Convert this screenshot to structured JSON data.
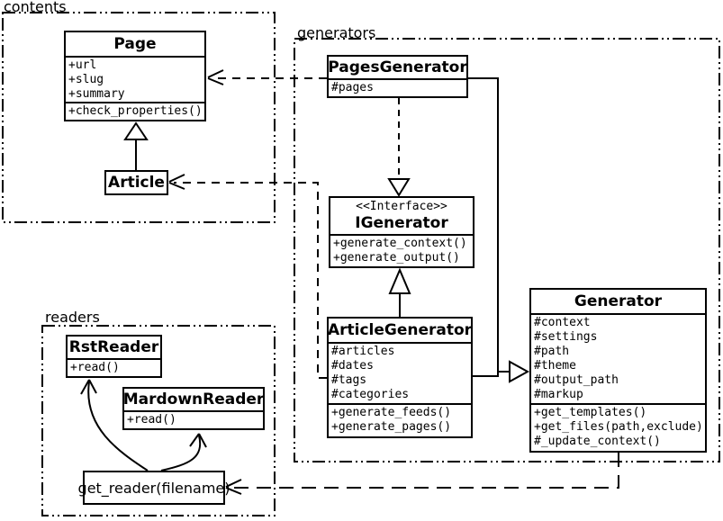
{
  "diagram": {
    "packages": {
      "contents": {
        "label": "contents"
      },
      "generators": {
        "label": "generators"
      },
      "readers": {
        "label": "readers"
      }
    },
    "classes": {
      "page": {
        "title": "Page",
        "attributes": [
          "+url",
          "+slug",
          "+summary"
        ],
        "methods": [
          "+check_properties()"
        ]
      },
      "article": {
        "title": "Article"
      },
      "pages_generator": {
        "title": "PagesGenerator",
        "attributes": [
          "#pages"
        ]
      },
      "igenerator": {
        "stereotype": "<<Interface>>",
        "title": "IGenerator",
        "methods": [
          "+generate_context()",
          "+generate_output()"
        ]
      },
      "article_generator": {
        "title": "ArticleGenerator",
        "attributes": [
          "#articles",
          "#dates",
          "#tags",
          "#categories"
        ],
        "methods": [
          "+generate_feeds()",
          "+generate_pages()"
        ]
      },
      "generator": {
        "title": "Generator",
        "attributes": [
          "#context",
          "#settings",
          "#path",
          "#theme",
          "#output_path",
          "#markup"
        ],
        "methods": [
          "+get_templates()",
          "+get_files(path,exclude)",
          "#_update_context()"
        ]
      },
      "rst_reader": {
        "title": "RstReader",
        "methods": [
          "+read()"
        ]
      },
      "markdown_reader": {
        "title": "MardownReader",
        "methods": [
          "+read()"
        ]
      },
      "get_reader": {
        "label": "get_reader(filename)"
      }
    },
    "relationships": [
      {
        "from": "Article",
        "to": "Page",
        "type": "generalization"
      },
      {
        "from": "PagesGenerator",
        "to": "IGenerator",
        "type": "realization-dashed"
      },
      {
        "from": "ArticleGenerator",
        "to": "IGenerator",
        "type": "generalization"
      },
      {
        "from": "PagesGenerator",
        "to": "Generator",
        "type": "generalization"
      },
      {
        "from": "ArticleGenerator",
        "to": "Generator",
        "type": "generalization"
      },
      {
        "from": "PagesGenerator",
        "to": "Page",
        "type": "dependency-dashed"
      },
      {
        "from": "ArticleGenerator",
        "to": "Article",
        "type": "dependency-dashed"
      },
      {
        "from": "Generator",
        "to": "get_reader(filename)",
        "type": "dependency-dashed"
      },
      {
        "from": "get_reader(filename)",
        "to": "RstReader",
        "type": "curved-arrow"
      },
      {
        "from": "get_reader(filename)",
        "to": "MardownReader",
        "type": "curved-arrow"
      }
    ],
    "colors": {
      "stroke": "#000000",
      "fill": "#ffffff"
    }
  }
}
